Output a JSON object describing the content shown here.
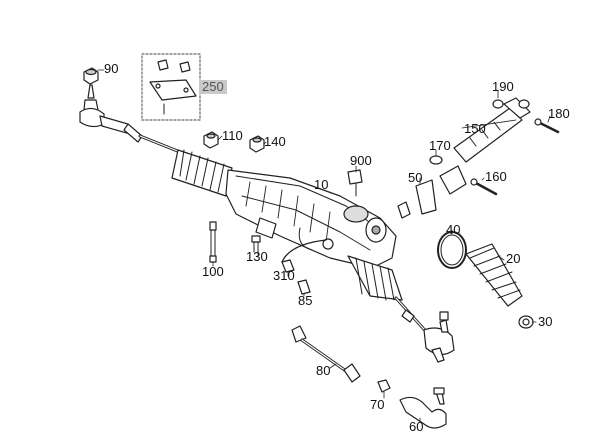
{
  "callouts": {
    "c90": "90",
    "c250": "250",
    "c110": "110",
    "c140": "140",
    "c190": "190",
    "c180": "180",
    "c150": "150",
    "c170": "170",
    "c900": "900",
    "c10": "10",
    "c50": "50",
    "c160": "160",
    "c40": "40",
    "c20": "20",
    "c100": "100",
    "c130": "130",
    "c310": "310",
    "c85": "85",
    "c30": "30",
    "c80": "80",
    "c70": "70",
    "c60": "60"
  },
  "colors": {
    "line": "#222222",
    "fill": "#ffffff",
    "shade": "#d9d9d9",
    "dark": "#333333",
    "label_box": "#c9c9c9"
  }
}
